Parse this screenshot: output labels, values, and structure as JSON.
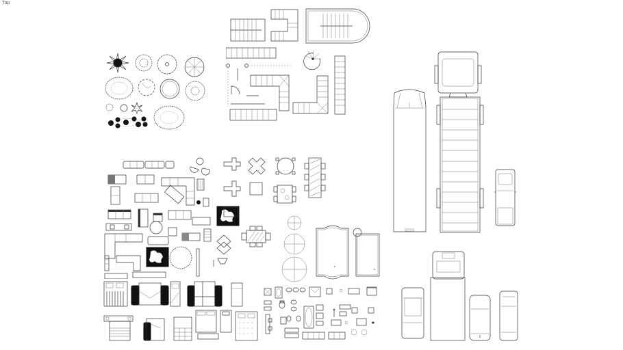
{
  "viewport": {
    "view_label": "Top",
    "background": "#ffffff",
    "line_color": "#333333"
  },
  "groups": [
    {
      "name": "stairs",
      "items": [
        "straight-stair",
        "u-stair",
        "curved-stair",
        "spiral-stair",
        "l-stair",
        "long-stair",
        "door-symbols"
      ]
    },
    {
      "name": "trees",
      "items": [
        "star-plant",
        "dense-tree",
        "outline-tree",
        "radial-tree",
        "cluster-shrub",
        "leafy-tree",
        "round-tree",
        "ring-tree",
        "small-shrubs",
        "hedge-row",
        "large-canopy"
      ]
    },
    {
      "name": "trucks",
      "items": [
        "bus",
        "semi-truck",
        "pickup-truck"
      ]
    },
    {
      "name": "furniture",
      "items": [
        "sofas",
        "armchairs",
        "sectional-sofas",
        "rugs",
        "round-rug",
        "coffee-tables"
      ]
    },
    {
      "name": "dining",
      "items": [
        "four-seat-table",
        "round-table-8",
        "long-table-8",
        "square-tables",
        "rect-table-6"
      ]
    },
    {
      "name": "pools",
      "items": [
        "round-pools",
        "rect-pool-ornate",
        "rect-pool-spa"
      ]
    },
    {
      "name": "beds",
      "items": [
        "double-beds",
        "single-beds",
        "king-bed"
      ]
    },
    {
      "name": "bathroom",
      "items": [
        "bathtub",
        "toilets",
        "sinks",
        "showers",
        "kitchen-fixtures"
      ]
    },
    {
      "name": "cars",
      "items": [
        "sedan",
        "box-truck",
        "hatchback",
        "compact-car"
      ]
    }
  ]
}
